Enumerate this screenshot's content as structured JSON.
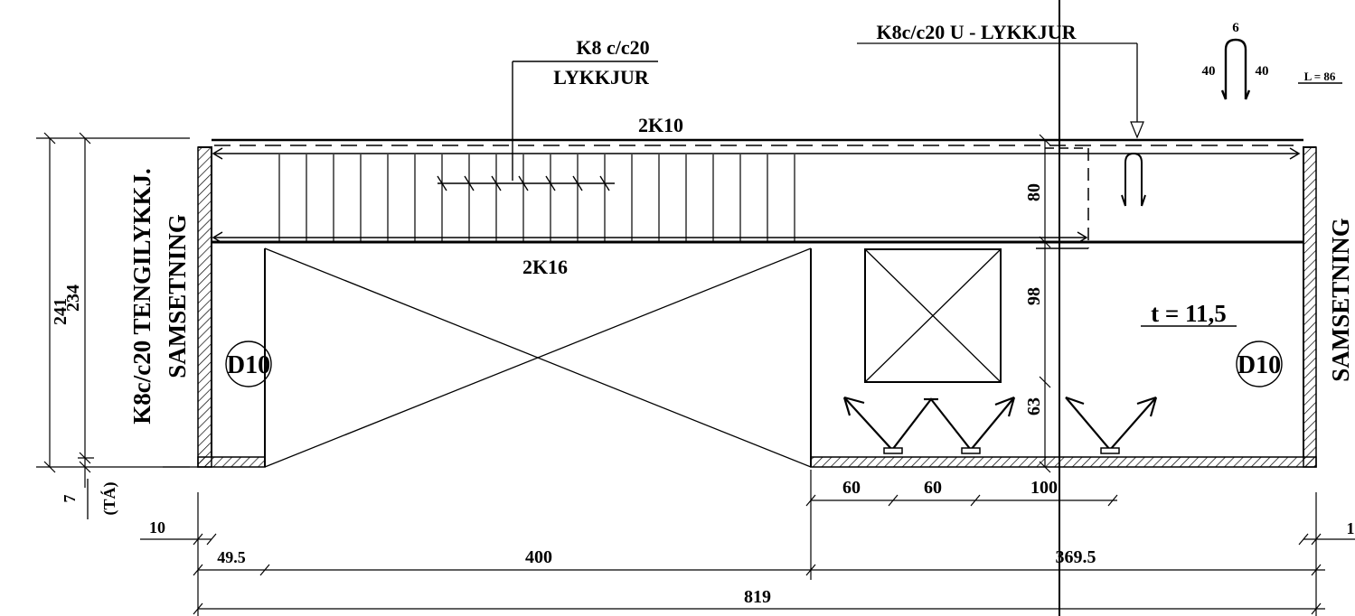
{
  "labels": {
    "bar_spec_top": "K8 c/c20",
    "bar_spec_top_sub": "LYKKJUR",
    "u_bar_spec": "K8c/c20 U - LYKKJUR",
    "top_bars": "2K10",
    "bottom_bars": "2K16",
    "left_joint_line1": "K8c/c20 TENGILYKKJ.",
    "left_joint_line2": "SAMSETNING",
    "right_joint": "SAMSETNING",
    "thickness": "t = 11,5",
    "left_dowel": "D10",
    "right_dowel": "D10"
  },
  "u_shape": {
    "top": "6",
    "left": "40",
    "right": "40",
    "length": "L = 86"
  },
  "dimensions": {
    "left_outer": "241",
    "left_inner": "234",
    "toe": "7",
    "toe_label": "(TÁ)",
    "right_80": "80",
    "right_98": "98",
    "right_63": "63",
    "spacing_1": "60",
    "spacing_2": "60",
    "spacing_3": "100",
    "edge_left": "10",
    "edge_right": "1",
    "seg_1": "49.5",
    "seg_2": "400",
    "seg_3": "369.5",
    "total": "819"
  }
}
